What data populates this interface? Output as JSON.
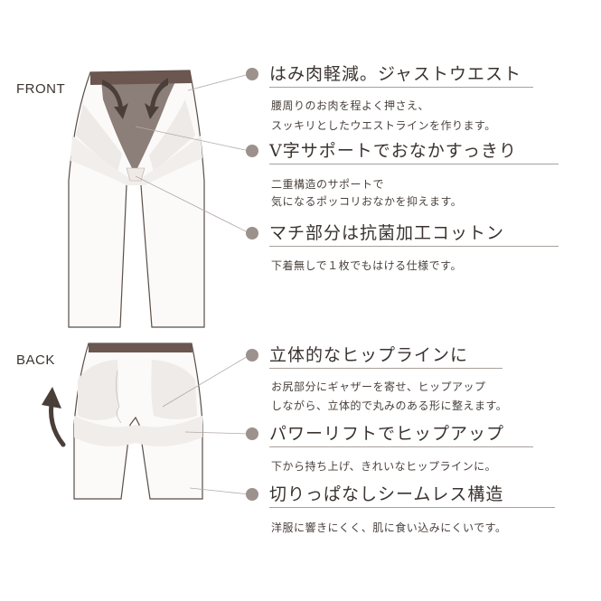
{
  "sections": {
    "front_label": "FRONT",
    "back_label": "BACK"
  },
  "features": [
    {
      "title": "はみ肉軽減。ジャストウエスト",
      "desc": [
        "腰周りのお肉を程よく押さえ、",
        "スッキリとしたウエストラインを作ります。"
      ]
    },
    {
      "title": "V字サポートでおなかすっきり",
      "desc": [
        "二重構造のサポートで",
        "気になるポッコリおなかを抑えます。"
      ]
    },
    {
      "title": "マチ部分は抗菌加工コットン",
      "desc": [
        "下着無しで１枚でもはける仕様です。"
      ]
    },
    {
      "title": "立体的なヒップラインに",
      "desc": [
        "お尻部分にギャザーを寄せ、ヒップアップ",
        "しながら、立体的で丸みのある形に整えます。"
      ]
    },
    {
      "title": "パワーリフトでヒップアップ",
      "desc": [
        "下から持ち上げ、きれいなヒップラインに。"
      ]
    },
    {
      "title": "切りっぱなしシームレス構造",
      "desc": [
        "洋服に響きにくく、肌に食い込みにくいです。"
      ]
    }
  ],
  "colors": {
    "accent_dot": "#9c918c",
    "waistband": "#6b5750",
    "v_panel": "#8c7e78",
    "arrow": "#4a3e38"
  }
}
